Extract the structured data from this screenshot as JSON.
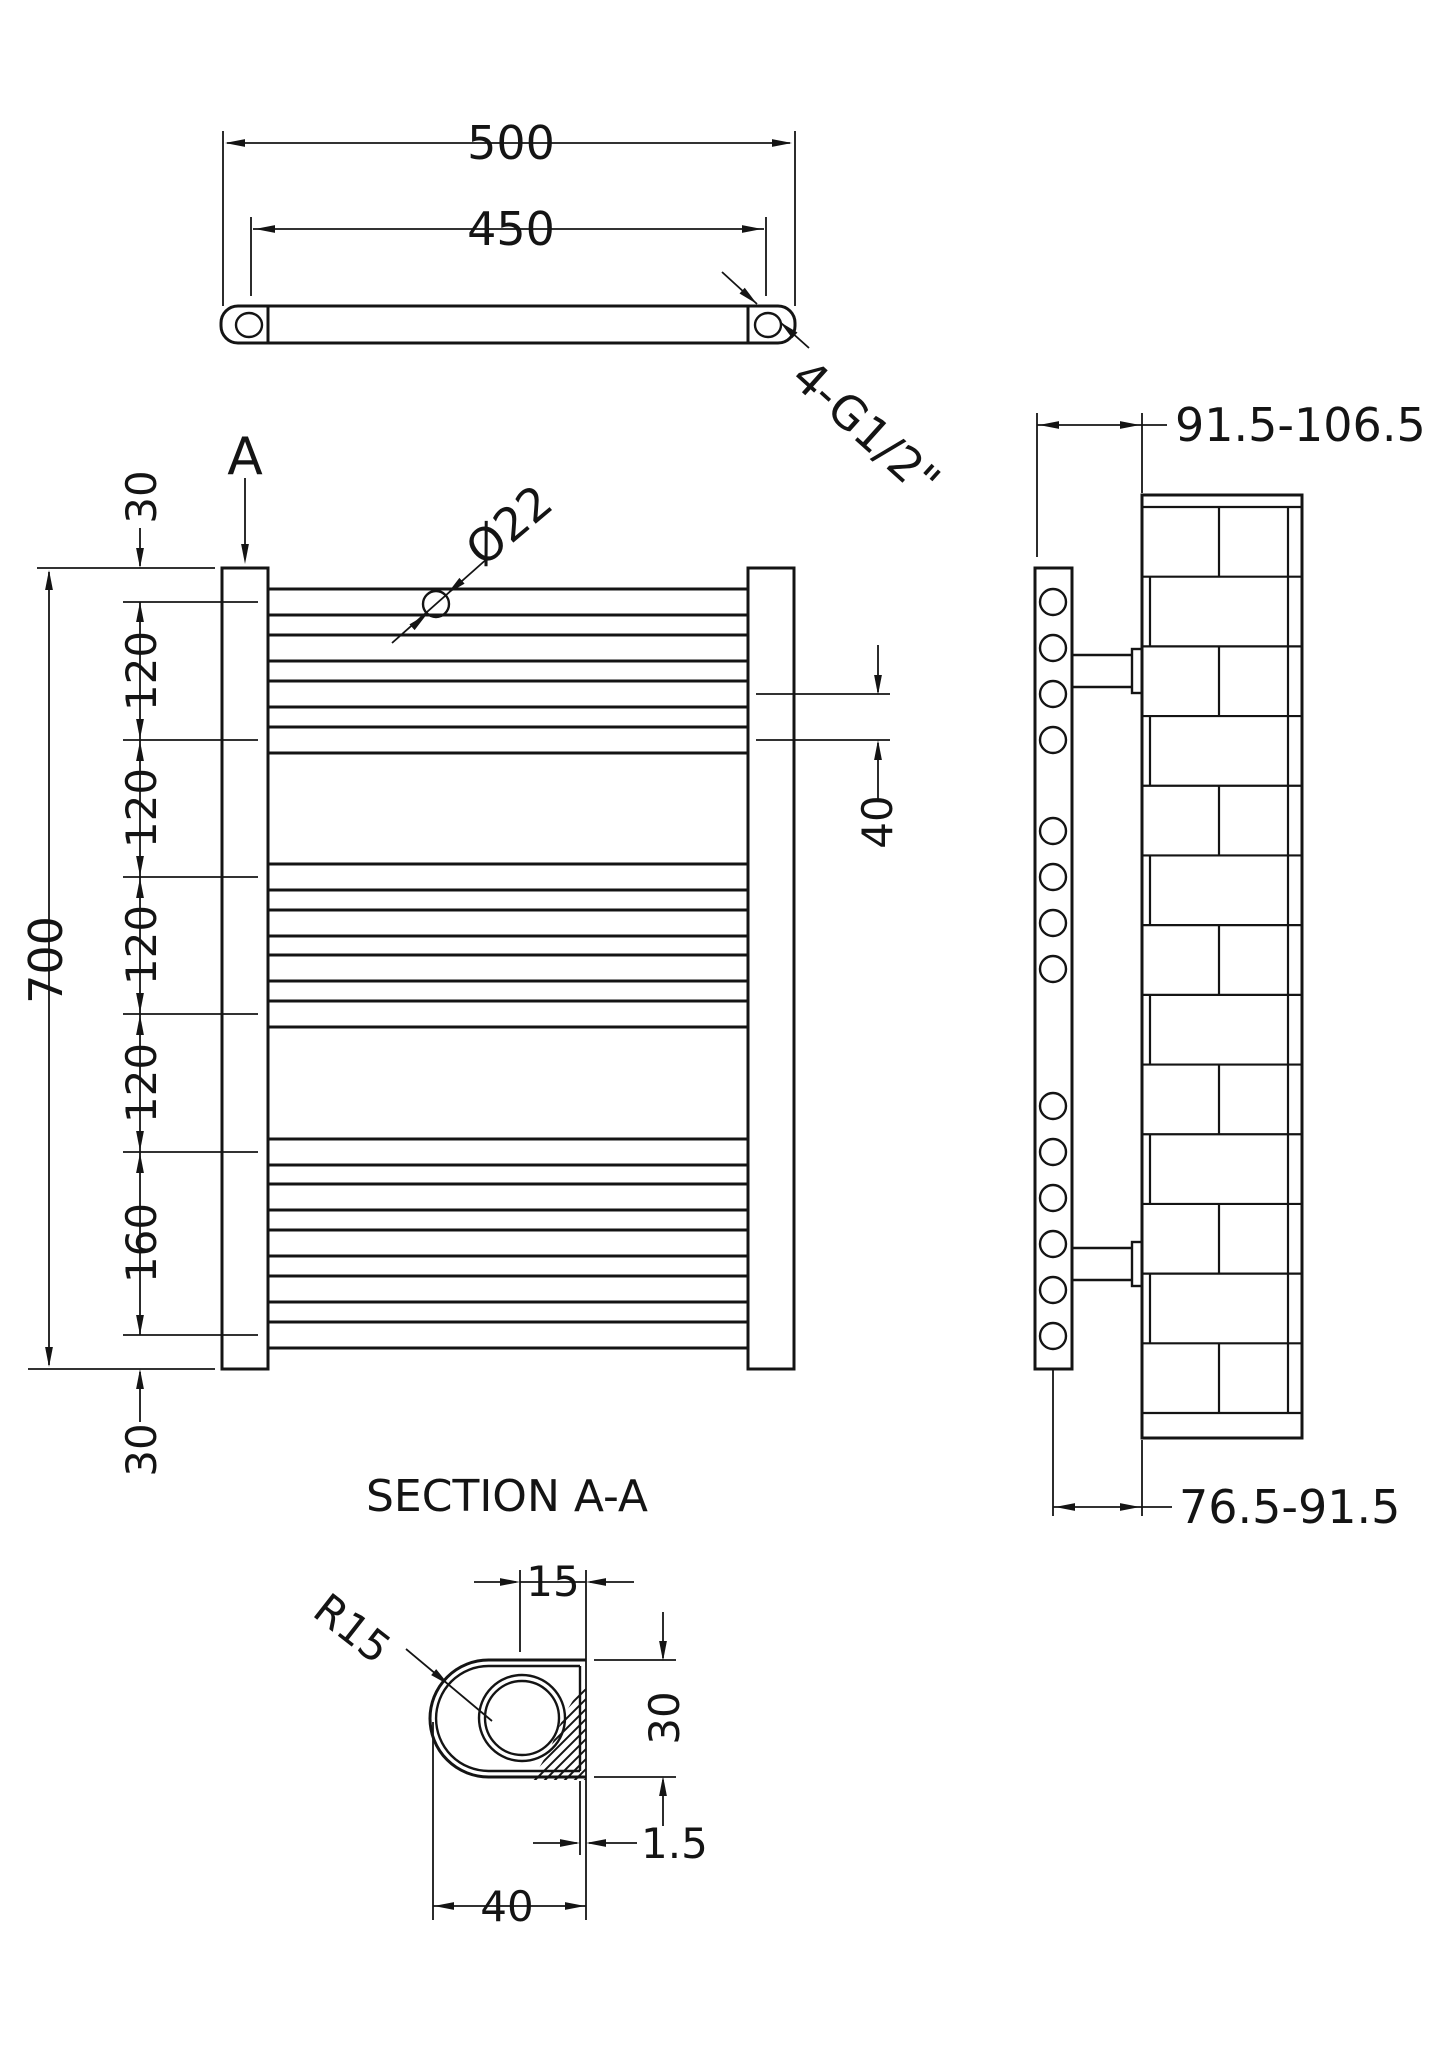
{
  "drawing": {
    "line_color": "#141414",
    "background": "#ffffff"
  },
  "top_view": {
    "dim_overall_width": "500",
    "dim_tapping_centers": "450",
    "thread_callout": "4-G1/2\""
  },
  "front_view": {
    "section_marker": "A",
    "dim_overall_height": "700",
    "dim_segments": [
      "30",
      "120",
      "120",
      "120",
      "120",
      "160",
      "30"
    ],
    "tube_diameter_callout": "Ø22",
    "dim_rung_pitch": "40"
  },
  "side_view": {
    "dim_wall_to_front_face": "91.5-106.5",
    "dim_wall_to_tube_center": "76.5-91.5"
  },
  "section_view": {
    "title": "SECTION A-A",
    "dim_face_to_tube_center": "15",
    "dim_rail_width": "30",
    "dim_wall_thickness": "1.5",
    "dim_rail_depth": "40",
    "radius_callout": "R15"
  }
}
